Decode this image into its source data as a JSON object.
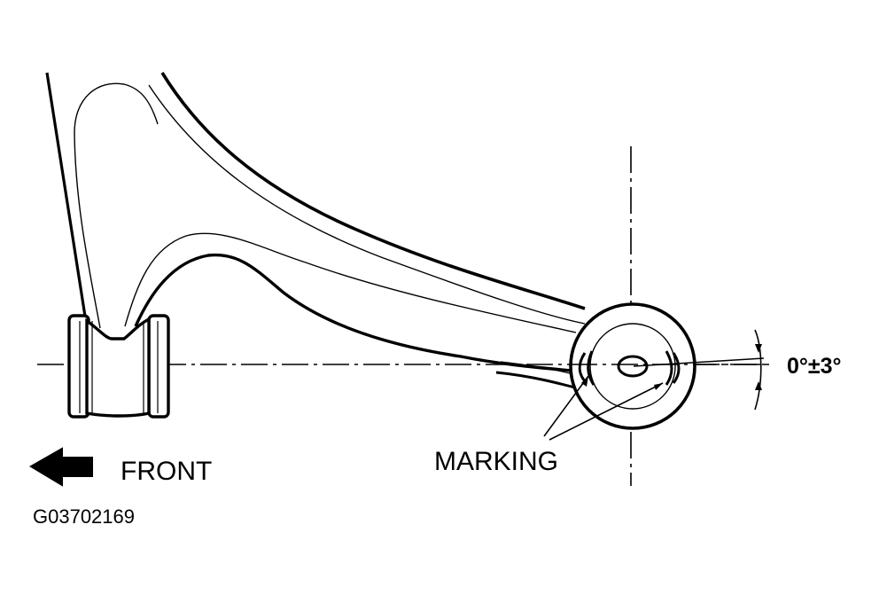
{
  "labels": {
    "front": "FRONT",
    "marking": "MARKING",
    "angle": "0°±3°",
    "figure_code": "G03702169"
  },
  "colors": {
    "line": "#000000",
    "background": "#ffffff"
  },
  "icons": {
    "direction": "left-arrow-icon"
  }
}
